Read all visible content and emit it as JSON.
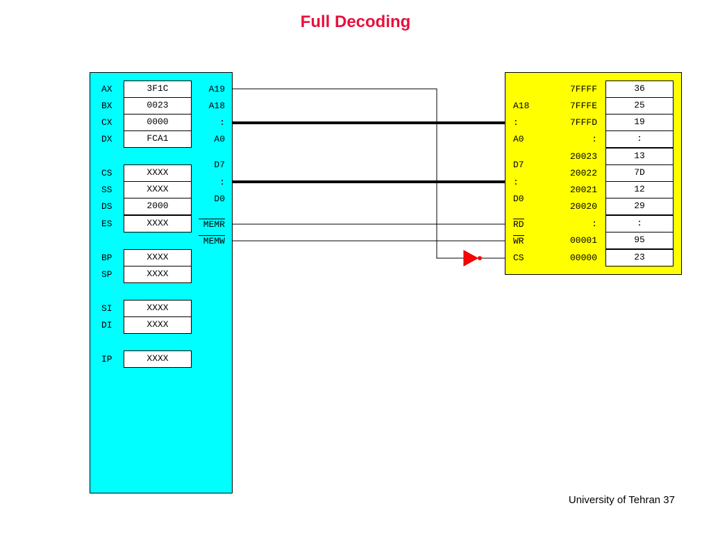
{
  "title": "Full Decoding",
  "footer": "University of Tehran 37",
  "cpu": {
    "registers": [
      {
        "name": "AX",
        "value": "3F1C"
      },
      {
        "name": "BX",
        "value": "0023"
      },
      {
        "name": "CX",
        "value": "0000"
      },
      {
        "name": "DX",
        "value": "FCA1"
      },
      {
        "name": "CS",
        "value": "XXXX"
      },
      {
        "name": "SS",
        "value": "XXXX"
      },
      {
        "name": "DS",
        "value": "2000"
      },
      {
        "name": "ES",
        "value": "XXXX"
      },
      {
        "name": "BP",
        "value": "XXXX"
      },
      {
        "name": "SP",
        "value": "XXXX"
      },
      {
        "name": "SI",
        "value": "XXXX"
      },
      {
        "name": "DI",
        "value": "XXXX"
      },
      {
        "name": "IP",
        "value": "XXXX"
      }
    ],
    "pins": {
      "a19": "A19",
      "a18": "A18",
      "addr_dots": ":",
      "a0": "A0",
      "d7": "D7",
      "data_dots": ":",
      "d0": "D0",
      "memr": "MEMR",
      "memw": "MEMW"
    }
  },
  "memory": {
    "pins": {
      "a18": "A18",
      "addr_dots": ":",
      "a0": "A0",
      "d7": "D7",
      "data_dots": ":",
      "d0": "D0",
      "rd": "RD",
      "wr": "WR",
      "cs": "CS"
    },
    "rows": [
      {
        "addr": "7FFFF",
        "value": "36"
      },
      {
        "addr": "7FFFE",
        "value": "25"
      },
      {
        "addr": "7FFFD",
        "value": "19"
      },
      {
        "addr": ":",
        "value": ":"
      },
      {
        "addr": "20023",
        "value": "13"
      },
      {
        "addr": "20022",
        "value": "7D"
      },
      {
        "addr": "20021",
        "value": "12"
      },
      {
        "addr": "20020",
        "value": "29"
      },
      {
        "addr": ":",
        "value": ":"
      },
      {
        "addr": "00001",
        "value": "95"
      },
      {
        "addr": "00000",
        "value": "23"
      }
    ]
  },
  "colors": {
    "title": "#e8103c",
    "cpu_fill": "#00ffff",
    "memory_fill": "#ffff00",
    "inverter": "#ff0000"
  }
}
